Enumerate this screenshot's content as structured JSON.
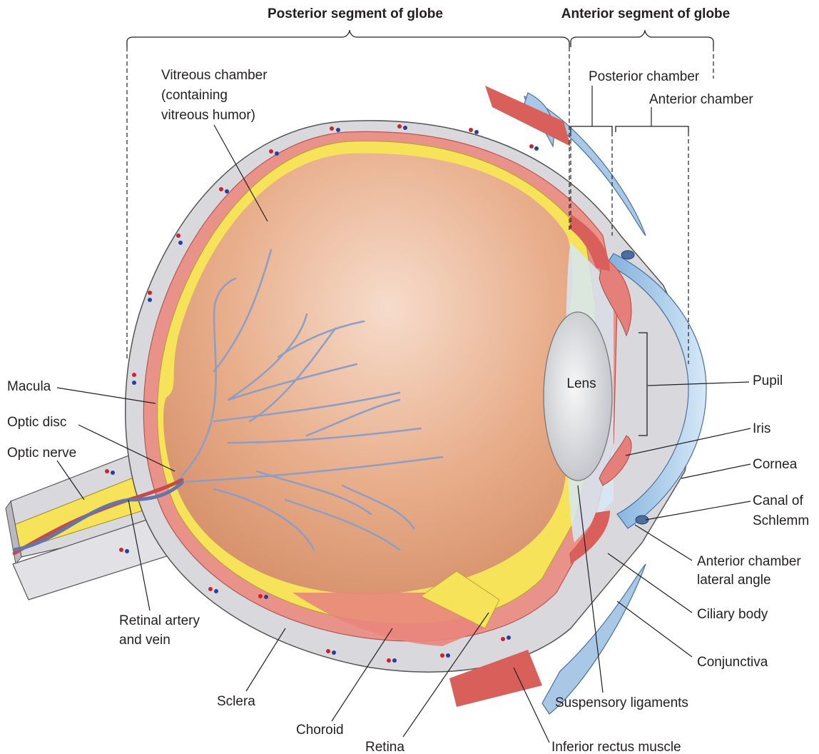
{
  "headers": {
    "posterior_segment": "Posterior segment of globe",
    "anterior_segment": "Anterior segment of globe"
  },
  "labels": {
    "vitreous_chamber": [
      "Vitreous chamber",
      "(containing",
      "vitreous humor)"
    ],
    "posterior_chamber": "Posterior chamber",
    "anterior_chamber": "Anterior chamber",
    "macula": "Macula",
    "optic_disc": "Optic disc",
    "optic_nerve": "Optic nerve",
    "lens": "Lens",
    "pupil": "Pupil",
    "iris": "Iris",
    "cornea": "Cornea",
    "canal_of_schlemm": [
      "Canal of",
      "Schlemm"
    ],
    "anterior_chamber_lateral_angle": [
      "Anterior chamber",
      "lateral angle"
    ],
    "ciliary_body": "Ciliary body",
    "conjunctiva": "Conjunctiva",
    "retinal_artery_vein": [
      "Retinal artery",
      "and vein"
    ],
    "sclera": "Sclera",
    "choroid": "Choroid",
    "retina": "Retina",
    "suspensory_ligaments": "Suspensory ligaments",
    "inferior_rectus": "Inferior rectus muscle"
  },
  "colors": {
    "sclera": "#d9d9dd",
    "choroid": "#e8928a",
    "retina": "#f6e35a",
    "vitreous": "#e3a27c",
    "cornea": "#a9cdec",
    "iris": "#e57f7a",
    "vessel": "#8c9ec6",
    "muscle": "#d9605a"
  }
}
